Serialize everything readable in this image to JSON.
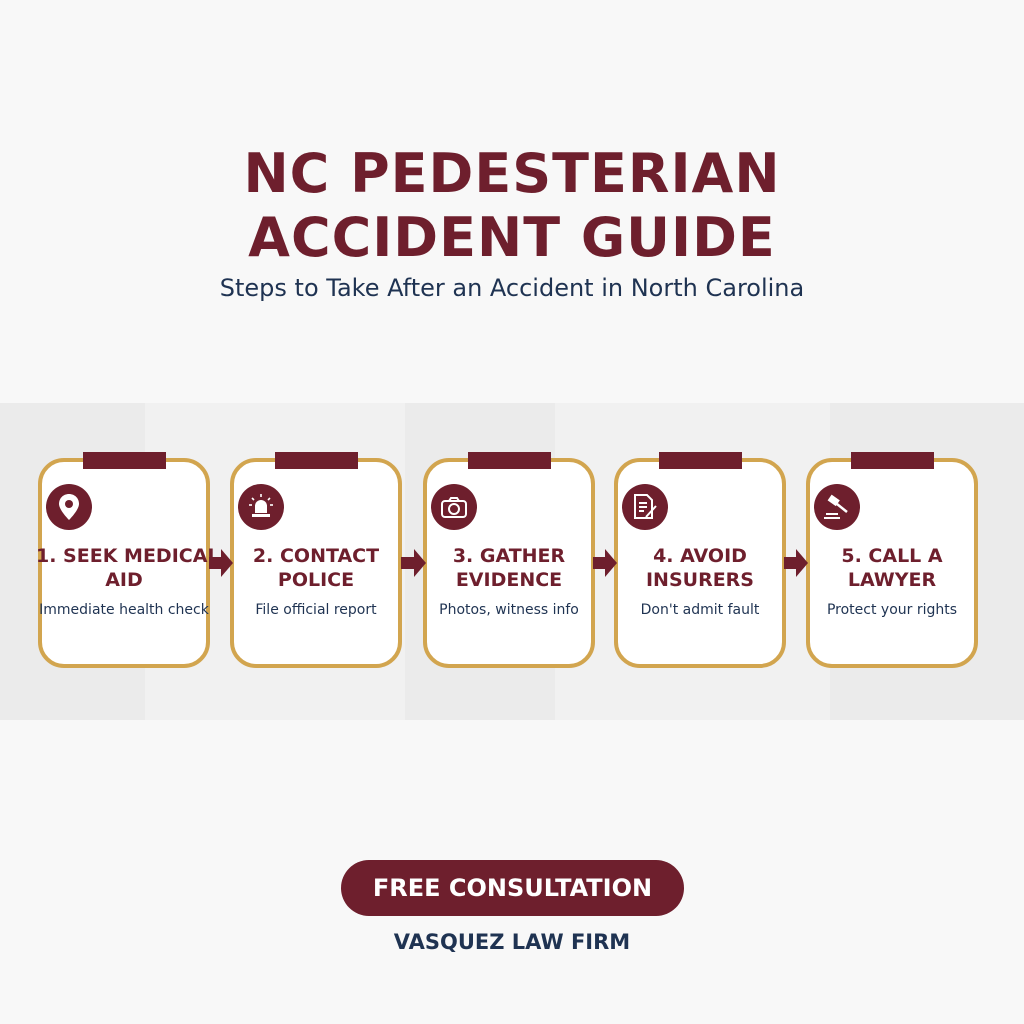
{
  "header": {
    "title_line1": "NC PEDESTERIAN",
    "title_line2": "ACCIDENT GUIDE",
    "subtitle": "Steps to Take After an Accident in North Carolina"
  },
  "steps": [
    {
      "title": "1. SEEK MEDICAL AID",
      "description": "Immediate health check",
      "icon": "map-pin-icon"
    },
    {
      "title": "2. CONTACT POLICE",
      "description": "File official report",
      "icon": "siren-icon"
    },
    {
      "title": "3. GATHER EVIDENCE",
      "description": "Photos, witness info",
      "icon": "camera-icon"
    },
    {
      "title": "4. AVOID INSURERS",
      "description": "Don't admit fault",
      "icon": "document-pen-icon"
    },
    {
      "title": "5. CALL A LAWYER",
      "description": "Protect your rights",
      "icon": "gavel-icon"
    }
  ],
  "cta": {
    "label": "FREE CONSULTATION"
  },
  "footer": {
    "firm": "VASQUEZ LAW FIRM"
  },
  "colors": {
    "maroon": "#6e1f2d",
    "gold": "#d2a54f",
    "navy": "#1f3352"
  }
}
